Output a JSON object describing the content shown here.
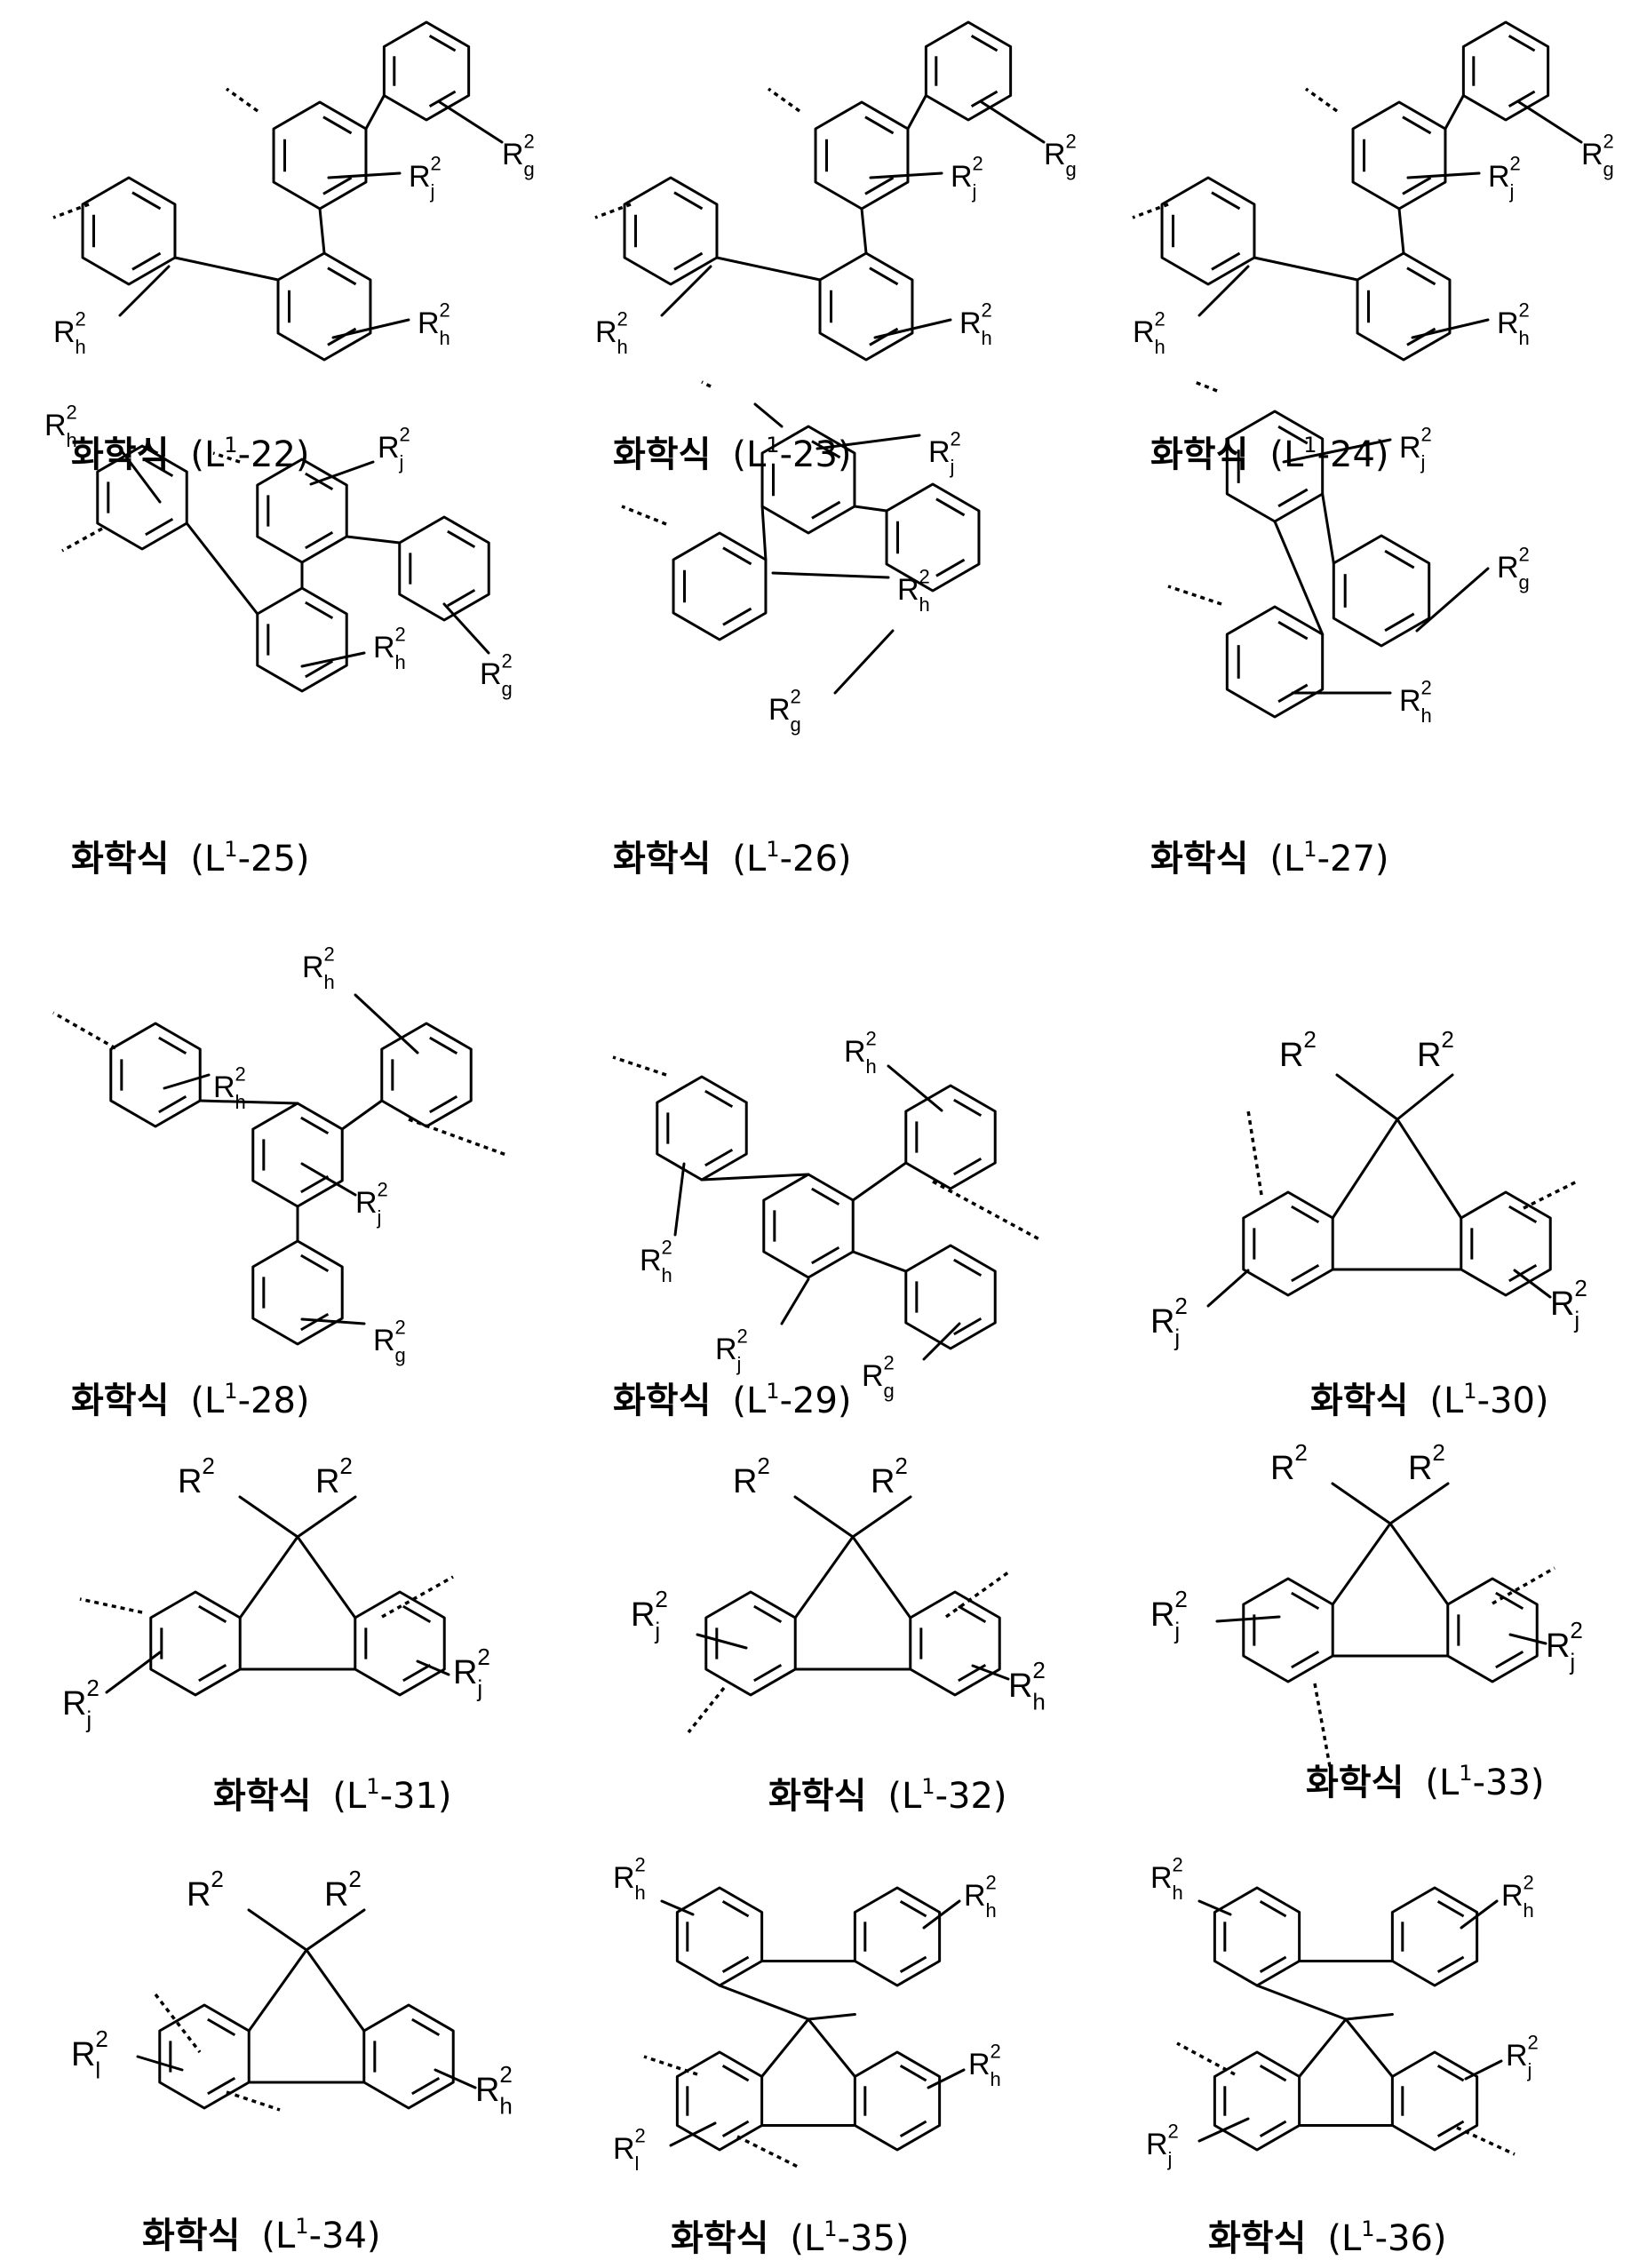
{
  "formulas": [
    {
      "id": "L1-22",
      "prefix": "화학식",
      "label_main": "L",
      "label_sup": "1",
      "label_suffix": "-22)",
      "labels": [
        "R2h",
        "R2h",
        "R2j",
        "R2g"
      ]
    },
    {
      "id": "L1-23",
      "prefix": "화학식",
      "label_main": "L",
      "label_sup": "1",
      "label_suffix": "-23)",
      "labels": [
        "R2h",
        "R2h",
        "R2j",
        "R2g"
      ]
    },
    {
      "id": "L1-24",
      "prefix": "화학식",
      "label_main": "L",
      "label_sup": "1",
      "label_suffix": "-24)",
      "labels": [
        "R2h",
        "R2h",
        "R2j",
        "R2g"
      ]
    },
    {
      "id": "L1-25",
      "prefix": "화학식",
      "label_main": "L",
      "label_sup": "1",
      "label_suffix": "-25)",
      "labels": [
        "R2h",
        "R2h",
        "R2j",
        "R2g"
      ]
    },
    {
      "id": "L1-26",
      "prefix": "화학식",
      "label_main": "L",
      "label_sup": "1",
      "label_suffix": "-26)",
      "labels": [
        "R2h",
        "R2j",
        "R2g"
      ]
    },
    {
      "id": "L1-27",
      "prefix": "화학식",
      "label_main": "L",
      "label_sup": "1",
      "label_suffix": "-27)",
      "labels": [
        "R2h",
        "R2j",
        "R2g"
      ]
    },
    {
      "id": "L1-28",
      "prefix": "화학식",
      "label_main": "L",
      "label_sup": "1",
      "label_suffix": "-28)",
      "labels": [
        "R2h",
        "R2h",
        "R2j",
        "R2g"
      ]
    },
    {
      "id": "L1-29",
      "prefix": "화학식",
      "label_main": "L",
      "label_sup": "1",
      "label_suffix": "-29)",
      "labels": [
        "R2h",
        "R2h",
        "R2j",
        "R2g"
      ]
    },
    {
      "id": "L1-30",
      "prefix": "화학식",
      "label_main": "L",
      "label_sup": "1",
      "label_suffix": "-30)",
      "labels": [
        "R2",
        "R2",
        "R2j",
        "R2j"
      ]
    },
    {
      "id": "L1-31",
      "prefix": "화학식",
      "label_main": "L",
      "label_sup": "1",
      "label_suffix": "-31)",
      "labels": [
        "R2",
        "R2",
        "R2j",
        "R2j"
      ]
    },
    {
      "id": "L1-32",
      "prefix": "화학식",
      "label_main": "L",
      "label_sup": "1",
      "label_suffix": "-32)",
      "labels": [
        "R2",
        "R2",
        "R2j",
        "R2h"
      ]
    },
    {
      "id": "L1-33",
      "prefix": "화학식",
      "label_main": "L",
      "label_sup": "1",
      "label_suffix": "-33)",
      "labels": [
        "R2",
        "R2",
        "R2j",
        "R2j"
      ]
    },
    {
      "id": "L1-34",
      "prefix": "화학식",
      "label_main": "L",
      "label_sup": "1",
      "label_suffix": "-34)",
      "labels": [
        "R2",
        "R2",
        "R2l",
        "R2h"
      ]
    },
    {
      "id": "L1-35",
      "prefix": "화학식",
      "label_main": "L",
      "label_sup": "1",
      "label_suffix": "-35)",
      "labels": [
        "R2h",
        "R2h",
        "R2h",
        "R2l"
      ]
    },
    {
      "id": "L1-36",
      "prefix": "화학식",
      "label_main": "L",
      "label_sup": "1",
      "label_suffix": "-36)",
      "labels": [
        "R2h",
        "R2h",
        "R2j",
        "R2j"
      ]
    }
  ]
}
